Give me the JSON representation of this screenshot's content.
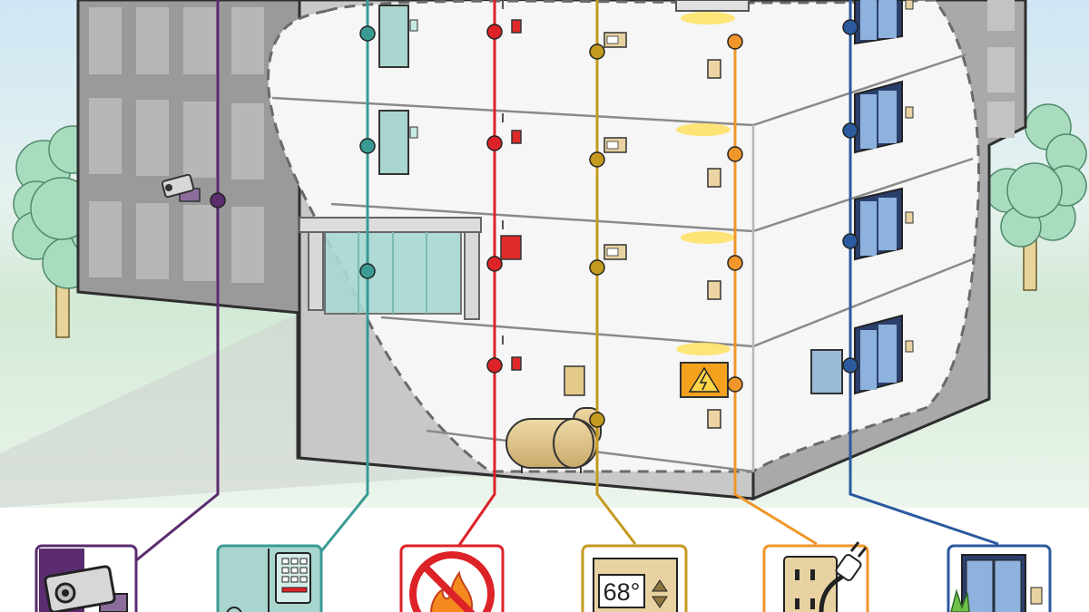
{
  "diagram": {
    "kind": "building-systems-cutaway",
    "systems": [
      {
        "id": "security",
        "icon": "security-camera-icon",
        "color": "#5b2c6f"
      },
      {
        "id": "access-control",
        "icon": "keypad-door-icon",
        "color": "#3a9a94"
      },
      {
        "id": "fire-safety",
        "icon": "no-fire-icon",
        "color": "#dd2228"
      },
      {
        "id": "hvac",
        "icon": "thermostat-icon",
        "color": "#c49a1f"
      },
      {
        "id": "electrical",
        "icon": "power-outlet-plug-icon",
        "color": "#f0962a"
      },
      {
        "id": "elevator",
        "icon": "elevator-icon",
        "color": "#2b5a9e"
      }
    ],
    "thermostat_reading": "68°"
  }
}
